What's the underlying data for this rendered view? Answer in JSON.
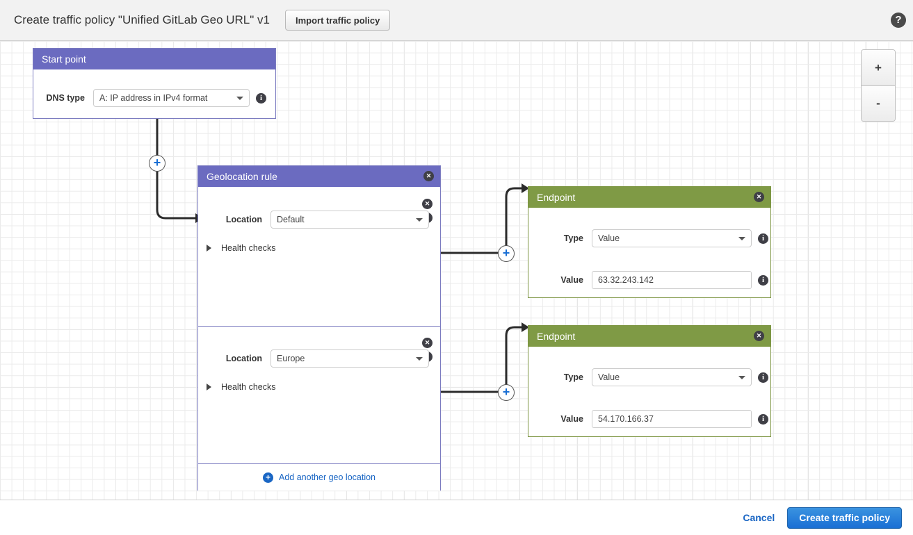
{
  "header": {
    "title": "Create traffic policy \"Unified GitLab Geo URL\" v1",
    "import_button": "Import traffic policy",
    "help_icon": "?"
  },
  "zoom_controls": {
    "zoom_in": "+",
    "zoom_out": "-"
  },
  "canvas": {
    "start_point": {
      "title": "Start point",
      "dns_type_label": "DNS type",
      "dns_type_value": "A: IP address in IPv4 format"
    },
    "geolocation_rule": {
      "title": "Geolocation rule",
      "rows": [
        {
          "location_label": "Location",
          "location_value": "Default",
          "health_checks_label": "Health checks"
        },
        {
          "location_label": "Location",
          "location_value": "Europe",
          "health_checks_label": "Health checks"
        }
      ],
      "add_link": "Add another geo location"
    },
    "endpoints": [
      {
        "title": "Endpoint",
        "type_label": "Type",
        "type_value": "Value",
        "value_label": "Value",
        "value_value": "63.32.243.142"
      },
      {
        "title": "Endpoint",
        "type_label": "Type",
        "type_value": "Value",
        "value_label": "Value",
        "value_value": "54.170.166.37"
      }
    ],
    "connector_plus": "+"
  },
  "actions": {
    "cancel": "Cancel",
    "create": "Create traffic policy"
  },
  "colors": {
    "rule_header": "#6b6bc0",
    "endpoint_header": "#7f9a45",
    "primary_button": "#1a6fd4",
    "link": "#1a66c4"
  }
}
